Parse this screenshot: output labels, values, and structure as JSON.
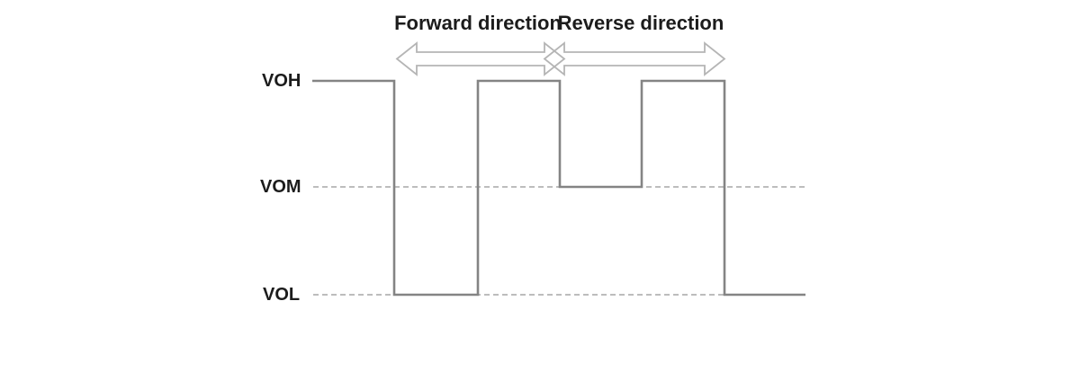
{
  "diagram": {
    "direction_labels": {
      "forward": "Forward direction",
      "reverse": "Reverse direction"
    },
    "levels": [
      {
        "label": "VOH"
      },
      {
        "label": "VOM"
      },
      {
        "label": "VOL"
      }
    ],
    "waveform_sequence": [
      "VOH",
      "VOL",
      "VOH",
      "VOM",
      "VOH",
      "VOL"
    ],
    "colors": {
      "waveform": "#848484",
      "dashed_line": "#bdbdbd",
      "arrow_outline": "#b5b5b5",
      "text": "#1c1c1c",
      "background": "#ffffff"
    }
  }
}
